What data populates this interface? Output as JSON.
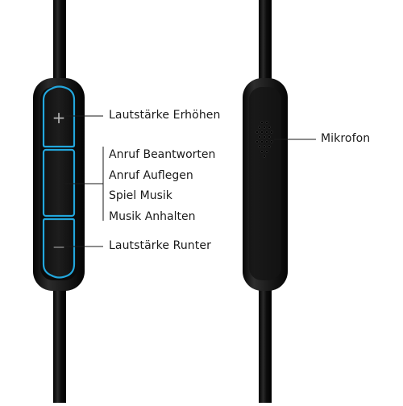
{
  "labels": {
    "volume_up": "Lautstärke Erhöhen",
    "functions": [
      "Anruf Beantworten",
      "Anruf Auflegen",
      "Spiel Musik",
      "Musik Anhalten"
    ],
    "volume_down": "Lautstärke Runter",
    "microphone": "Mikrofon"
  },
  "button_symbols": {
    "plus": "+",
    "minus": "—"
  },
  "colors": {
    "cable": "#0b0b0b",
    "body": "#151515",
    "accent": "#22a6dc",
    "leader_line": "#1a1a1a",
    "text": "#1a1a1a"
  }
}
